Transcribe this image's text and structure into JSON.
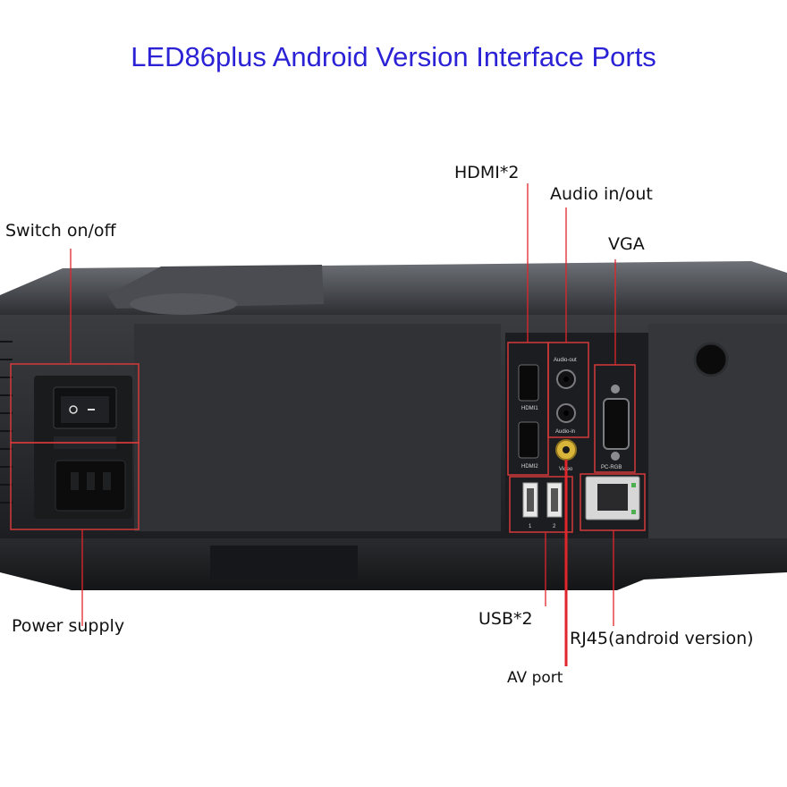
{
  "title": "LED86plus Android Version Interface Ports",
  "labels": {
    "hdmi": "HDMI*2",
    "audio": "Audio in/out",
    "vga": "VGA",
    "switch": "Switch on/off",
    "power": "Power supply",
    "usb": "USB*2",
    "rj45": "RJ45(android version)",
    "av": "AV port"
  },
  "panel_text": {
    "hdmi1": "HDMI1",
    "hdmi2": "HDMI2",
    "audio_out": "Audio-out",
    "audio_in": "Audio-in",
    "video": "Video",
    "pc_rgb": "PC-RGB",
    "usb_1": "1",
    "usb_2": "2"
  },
  "colors": {
    "title": "#2b22d6",
    "callout": "#e0262b",
    "highlight_box": "#d33a3a"
  }
}
